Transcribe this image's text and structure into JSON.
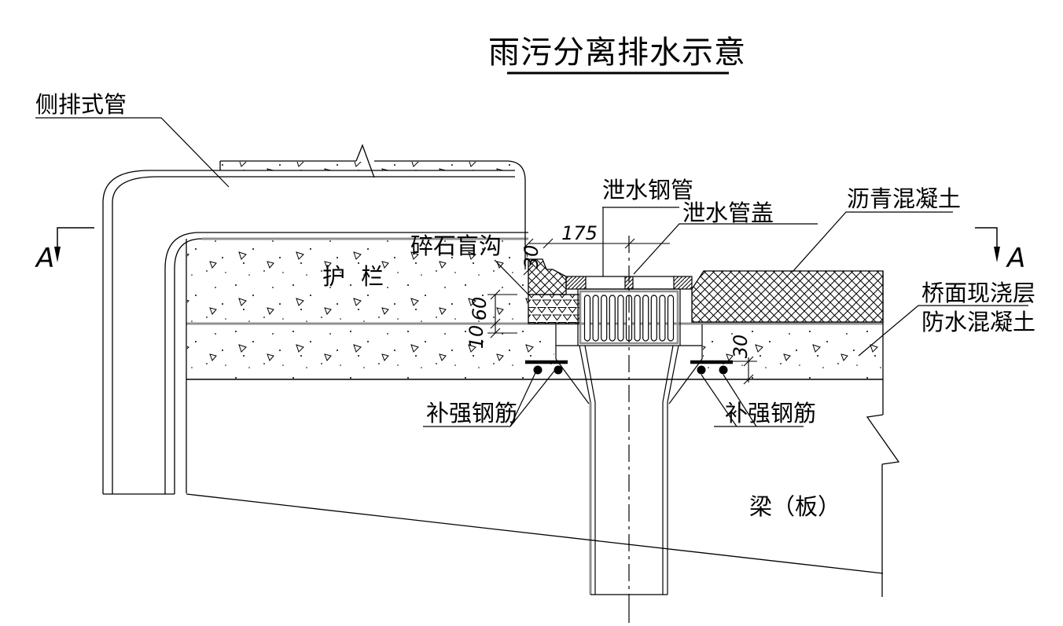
{
  "title": {
    "text": "雨污分离排水示意"
  },
  "labels": {
    "side_drain_pipe": "侧排式管",
    "gravel_blind_ditch": "碎石盲沟",
    "guardrail": "护 栏",
    "drain_steel_pipe": "泄水钢管",
    "drain_pipe_cover": "泄水管盖",
    "asphalt_concrete": "沥青混凝土",
    "deck_cast_layer": "桥面现浇层",
    "waterproof_concrete": "防水混凝土",
    "reinforcing_bars_left": "补强钢筋",
    "reinforcing_bars_right": "补强钢筋",
    "beam_slab": "梁（板）",
    "section_marker_left": "A",
    "section_marker_right": "A"
  },
  "dimensions": {
    "d175": "175",
    "d30_top": "30",
    "d60": "60",
    "d10": "10",
    "d30_right": "30"
  },
  "colors": {
    "line": "#000000",
    "gray_line": "#909090",
    "background": "#ffffff"
  }
}
